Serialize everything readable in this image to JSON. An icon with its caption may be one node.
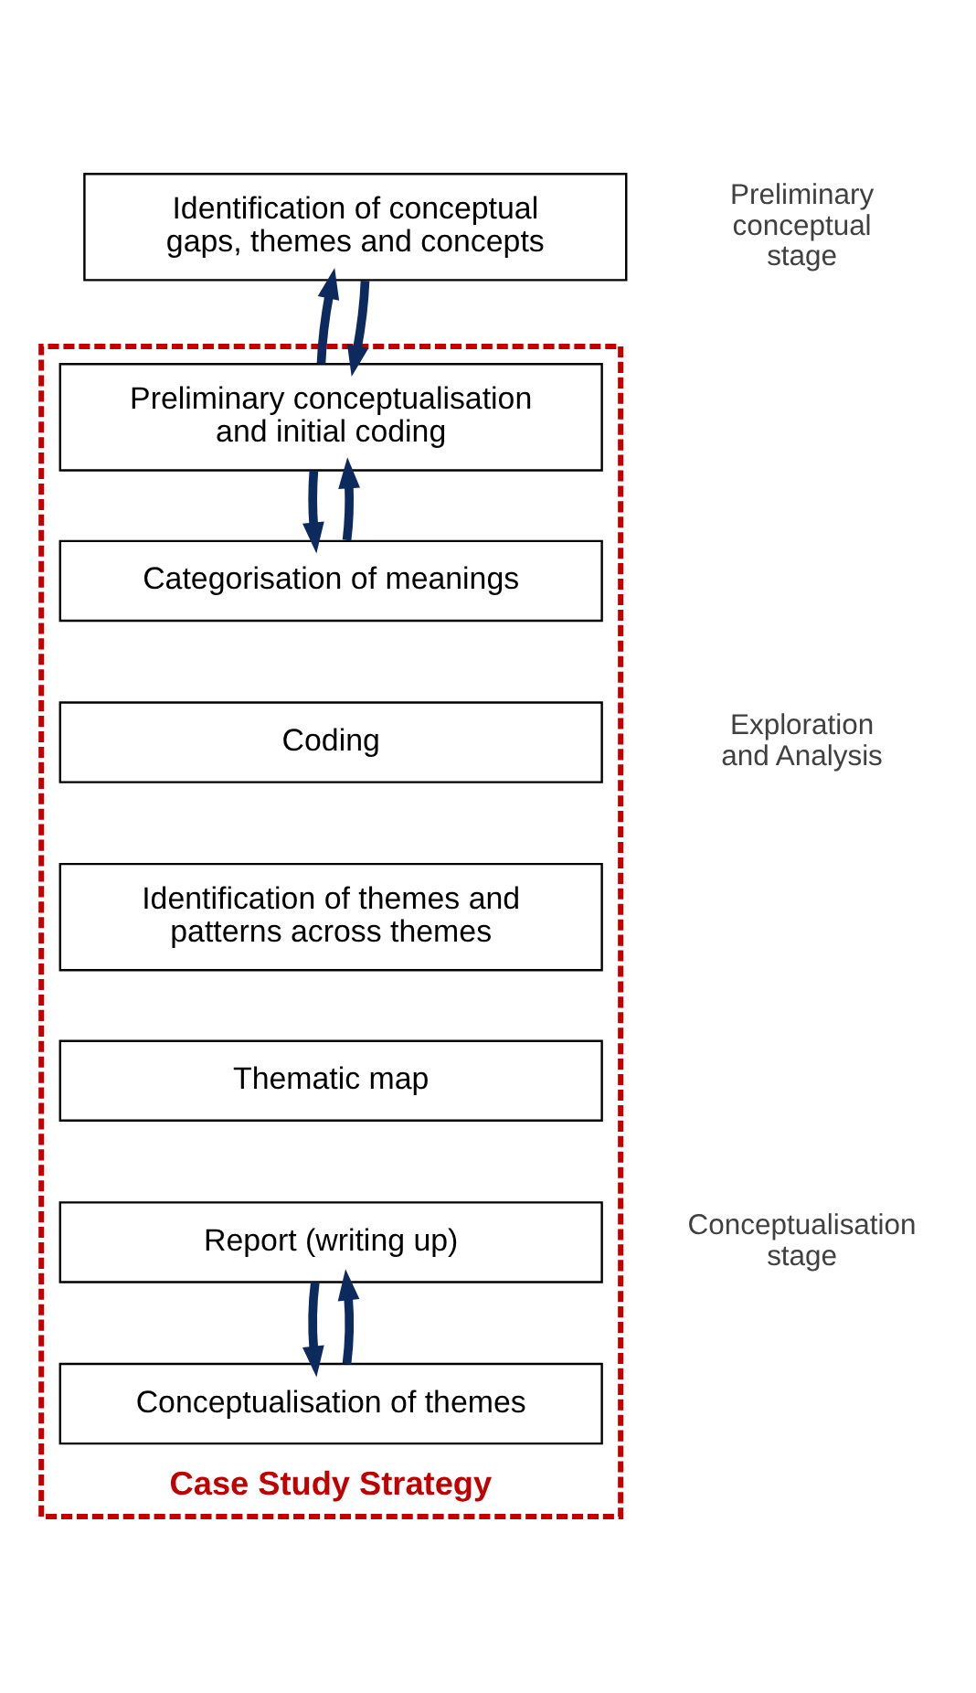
{
  "diagram": {
    "nodes": [
      {
        "text": [
          "Identification of conceptual gaps, themes and concepts"
        ]
      },
      {
        "text": [
          "Case Study Strategy"
        ]
      },
      {
        "text": [
          "Preliminary conceptualisation and initial coding"
        ],
        "in": 1
      },
      {
        "text": [
          "Categorisation of meanings"
        ],
        "in": 1
      },
      {
        "text": [
          "Coding"
        ],
        "in": 1
      },
      {
        "text": [
          "Identification of themes and patterns across themes"
        ],
        "in": 1
      },
      {
        "text": [
          "Thematic map"
        ],
        "in": 1
      },
      {
        "text": [
          "Report (writing up)"
        ],
        "in": 1
      },
      {
        "text": [
          "Conceptualisation of themes"
        ],
        "in": 1
      }
    ],
    "edges": [
      {
        "from": 2,
        "to": 0,
        "arrow": "to"
      },
      {
        "from": 0,
        "to": 2,
        "arrow": "to"
      },
      {
        "from": 3,
        "to": 2,
        "arrow": "to"
      },
      {
        "from": 2,
        "to": 3,
        "arrow": "to"
      },
      {
        "from": 8,
        "to": 7,
        "arrow": "to"
      },
      {
        "from": 7,
        "to": 8,
        "arrow": "to"
      }
    ],
    "labels": [
      "Preliminary conceptual stage",
      "Exploration and Analysis",
      "Conceptualisation stage"
    ]
  }
}
